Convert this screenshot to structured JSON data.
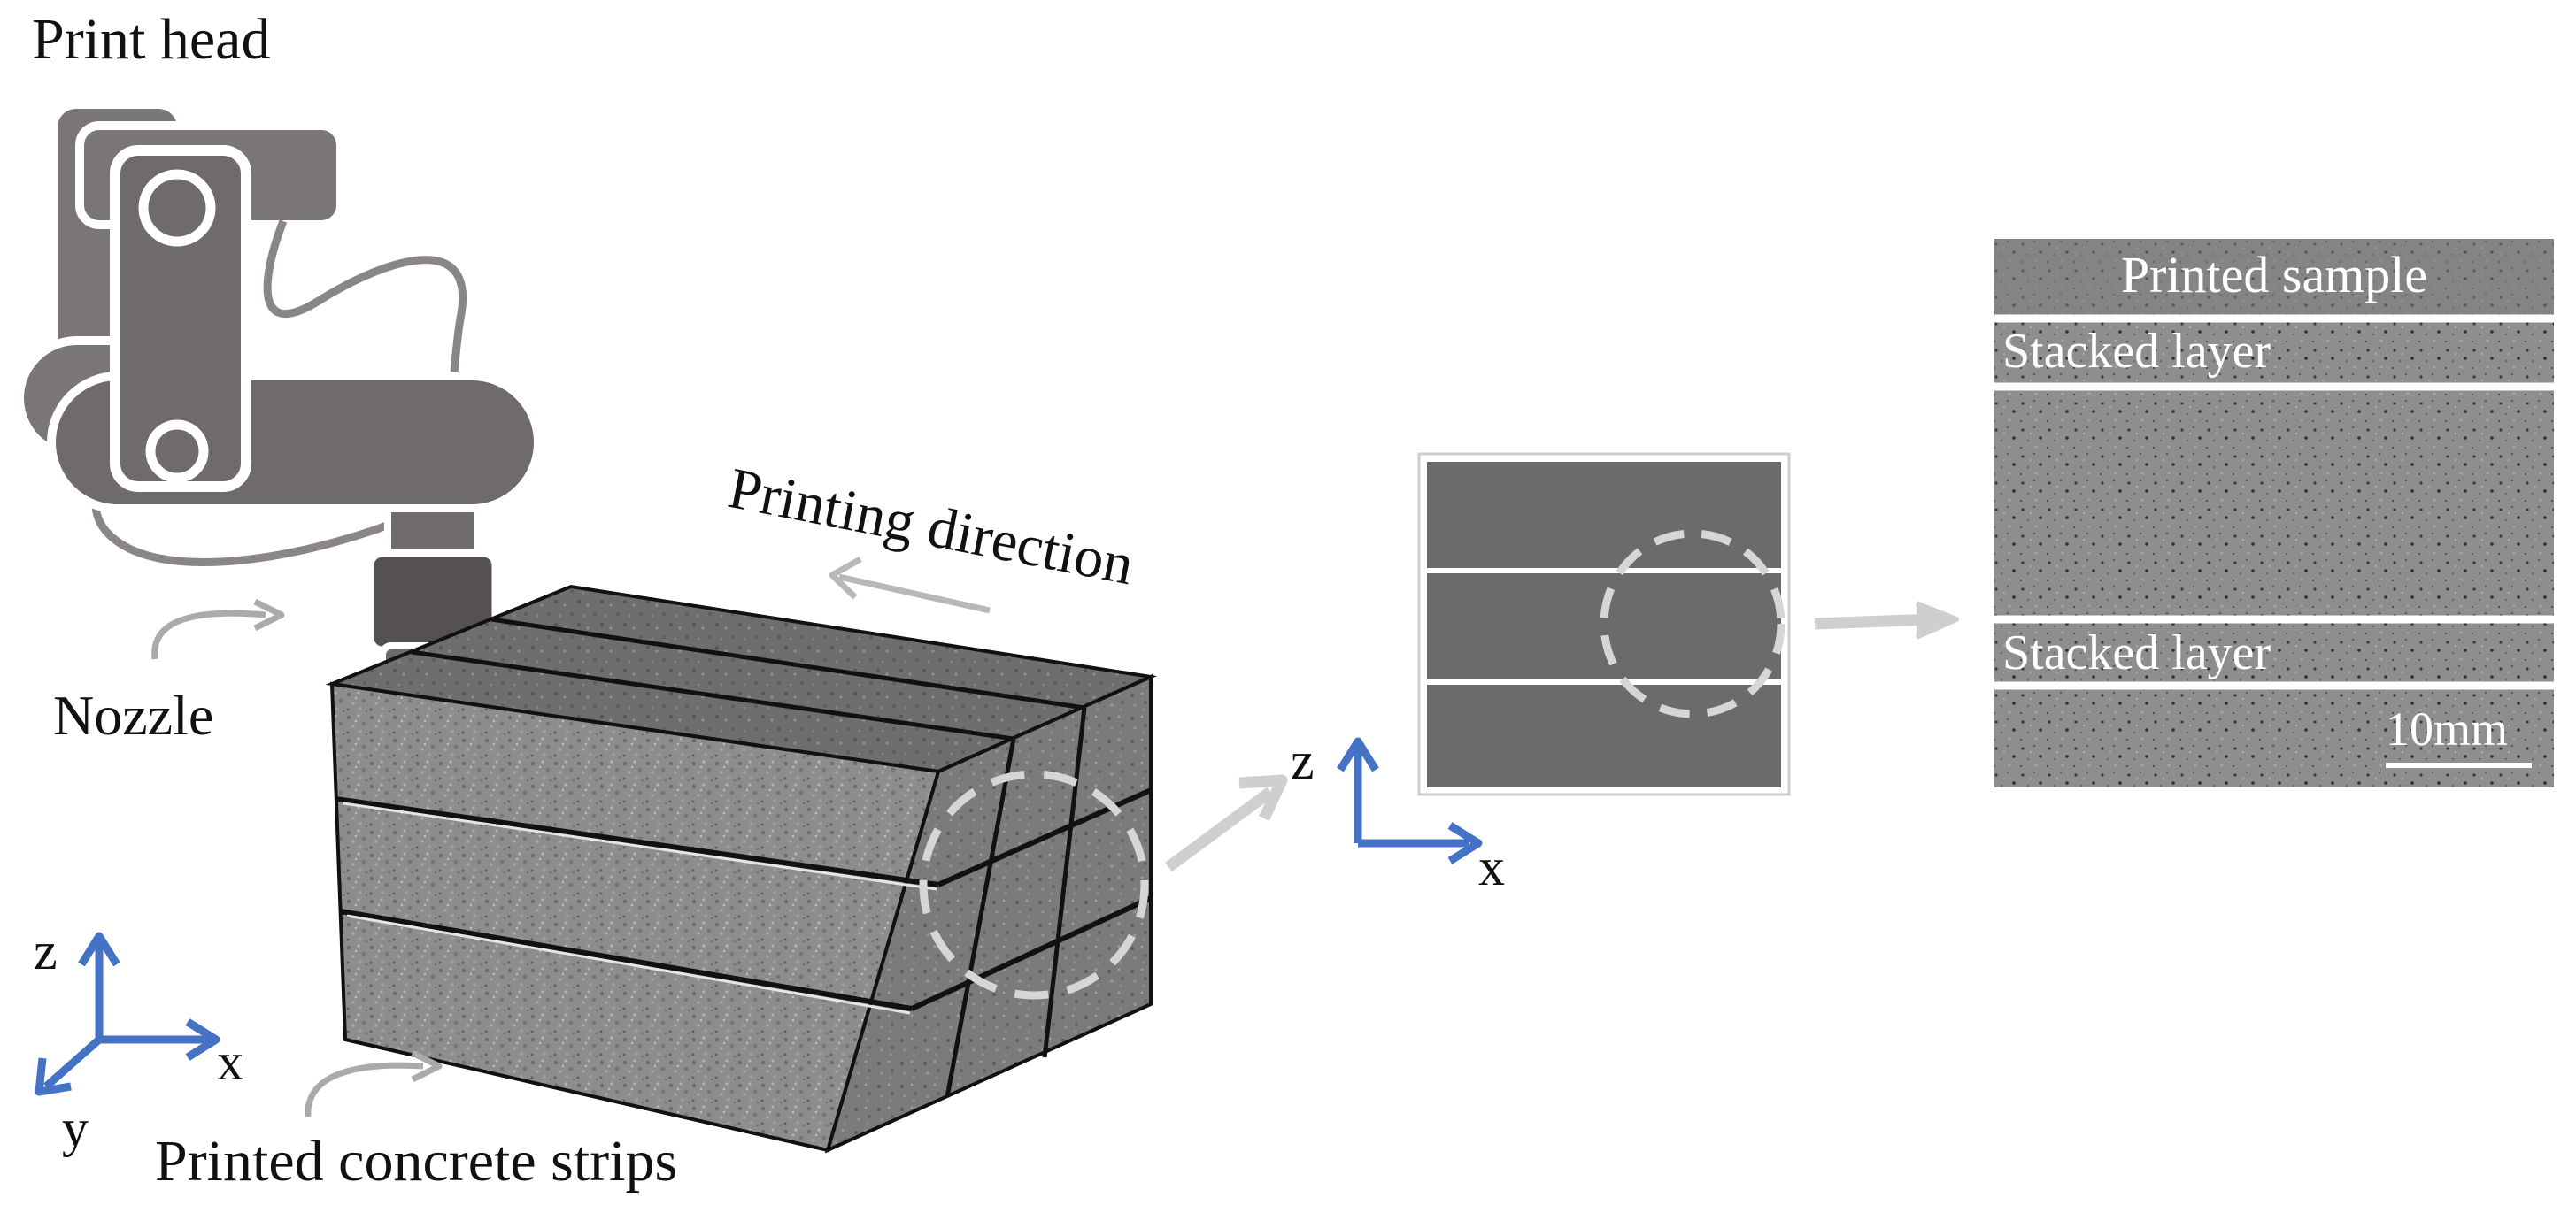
{
  "labels": {
    "print_head": "Print head",
    "nozzle": "Nozzle",
    "printing_direction": "Printing direction",
    "printed_strips": "Printed concrete strips"
  },
  "axes_3d": {
    "z": "z",
    "x": "x",
    "y": "y"
  },
  "axes_2d": {
    "z": "z",
    "x": "x"
  },
  "sample_panel": {
    "title": "Printed sample",
    "layer_top": "Stacked layer",
    "layer_bottom": "Stacked layer",
    "scale_bar": "10mm"
  },
  "colors": {
    "robot": "#6f6b6a",
    "robot_dark": "#555150",
    "concrete": "#8c8c8c",
    "section": "#6b6b6b",
    "axis": "#4472c4",
    "arrow": "#bfbfbf",
    "dashed_circle": "#d6d6d6"
  }
}
